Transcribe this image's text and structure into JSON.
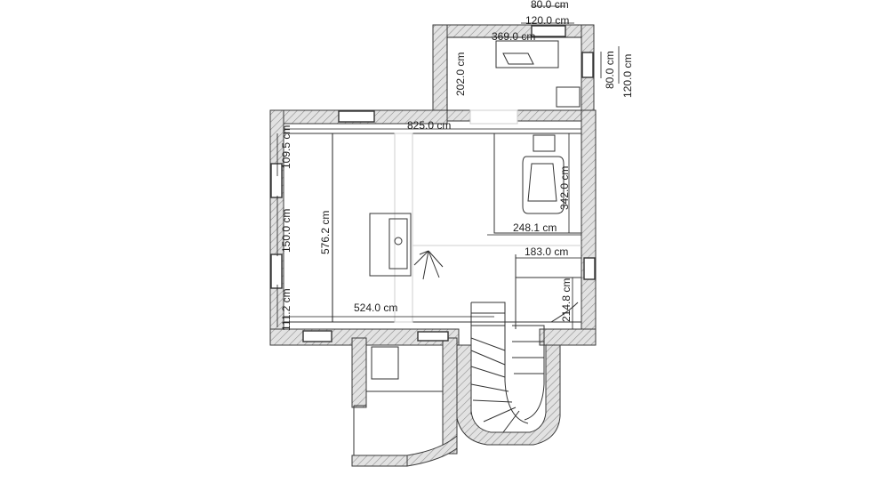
{
  "colors": {
    "wall_fill": "#e2e2e2",
    "wall_stroke": "#3a3a3a",
    "hatch": "#8a8a8a",
    "line": "#333333",
    "dimension": "#1e1e1e",
    "floor_boundary": "#cfcfcf"
  },
  "dimensions": {
    "top_window_width": "80.0 cm",
    "top_window_opening": "120.0 cm",
    "upper_room_width": "369.0 cm",
    "upper_room_depth": "202.0 cm",
    "right_window_width": "80.0 cm",
    "right_window_opening": "120.0 cm",
    "main_hall_width": "825.0 cm",
    "left_window_top": "109.5 cm",
    "left_segment_mid": "150.0 cm",
    "left_segment_bottom": "111.2 cm",
    "main_hall_depth": "576.2 cm",
    "living_width": "524.0 cm",
    "bathroom_width": "248.1 cm",
    "bathroom_depth": "342.0 cm",
    "utility_width": "183.0 cm",
    "utility_depth": "214.8 cm"
  }
}
